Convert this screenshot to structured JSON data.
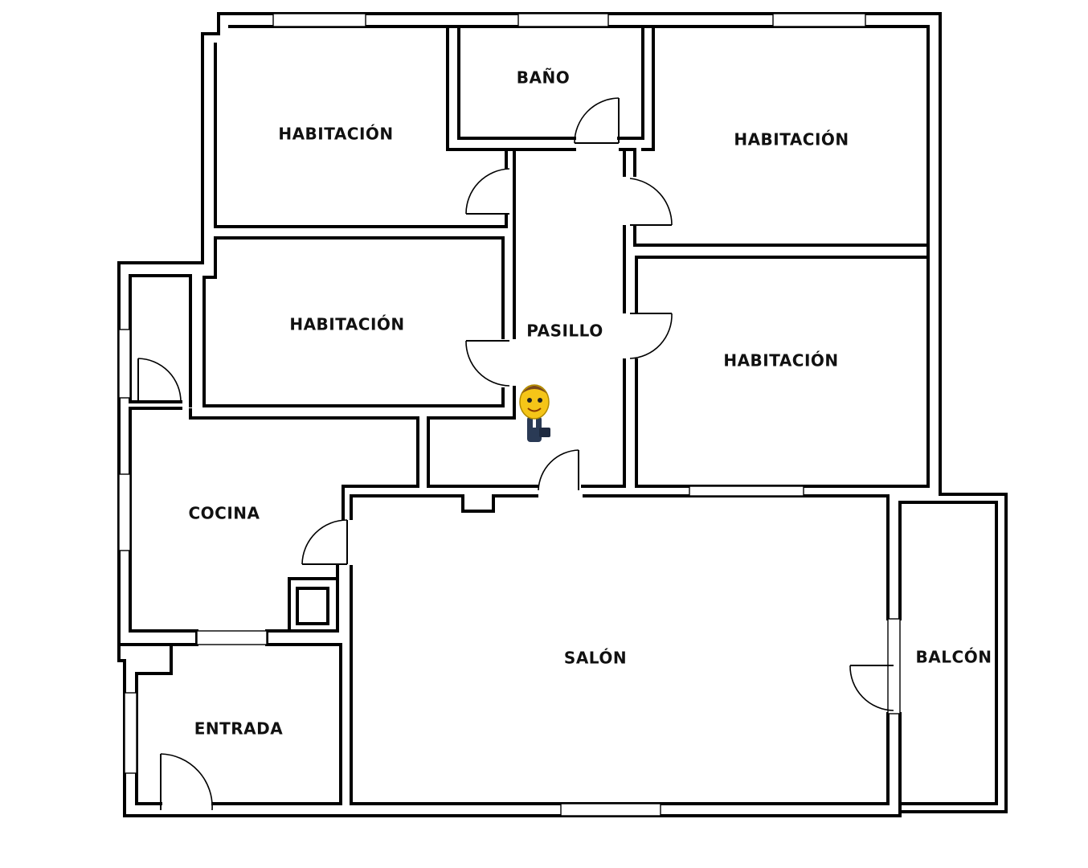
{
  "rooms": [
    {
      "id": "habitacion-1",
      "label": "HABITACIÓN"
    },
    {
      "id": "bano",
      "label": "BAÑO"
    },
    {
      "id": "habitacion-2",
      "label": "HABITACIÓN"
    },
    {
      "id": "habitacion-3",
      "label": "HABITACIÓN"
    },
    {
      "id": "pasillo",
      "label": "PASILLO"
    },
    {
      "id": "habitacion-4",
      "label": "HABITACIÓN"
    },
    {
      "id": "cocina",
      "label": "COCINA"
    },
    {
      "id": "salon",
      "label": "SALÓN"
    },
    {
      "id": "balcon",
      "label": "BALCÓN"
    },
    {
      "id": "entrada",
      "label": "ENTRADA"
    }
  ],
  "colors": {
    "wall": "#000000",
    "background": "#ffffff",
    "mascot_face": "#f5c518"
  },
  "icons": {
    "mascot": "agent-mascot-icon"
  }
}
